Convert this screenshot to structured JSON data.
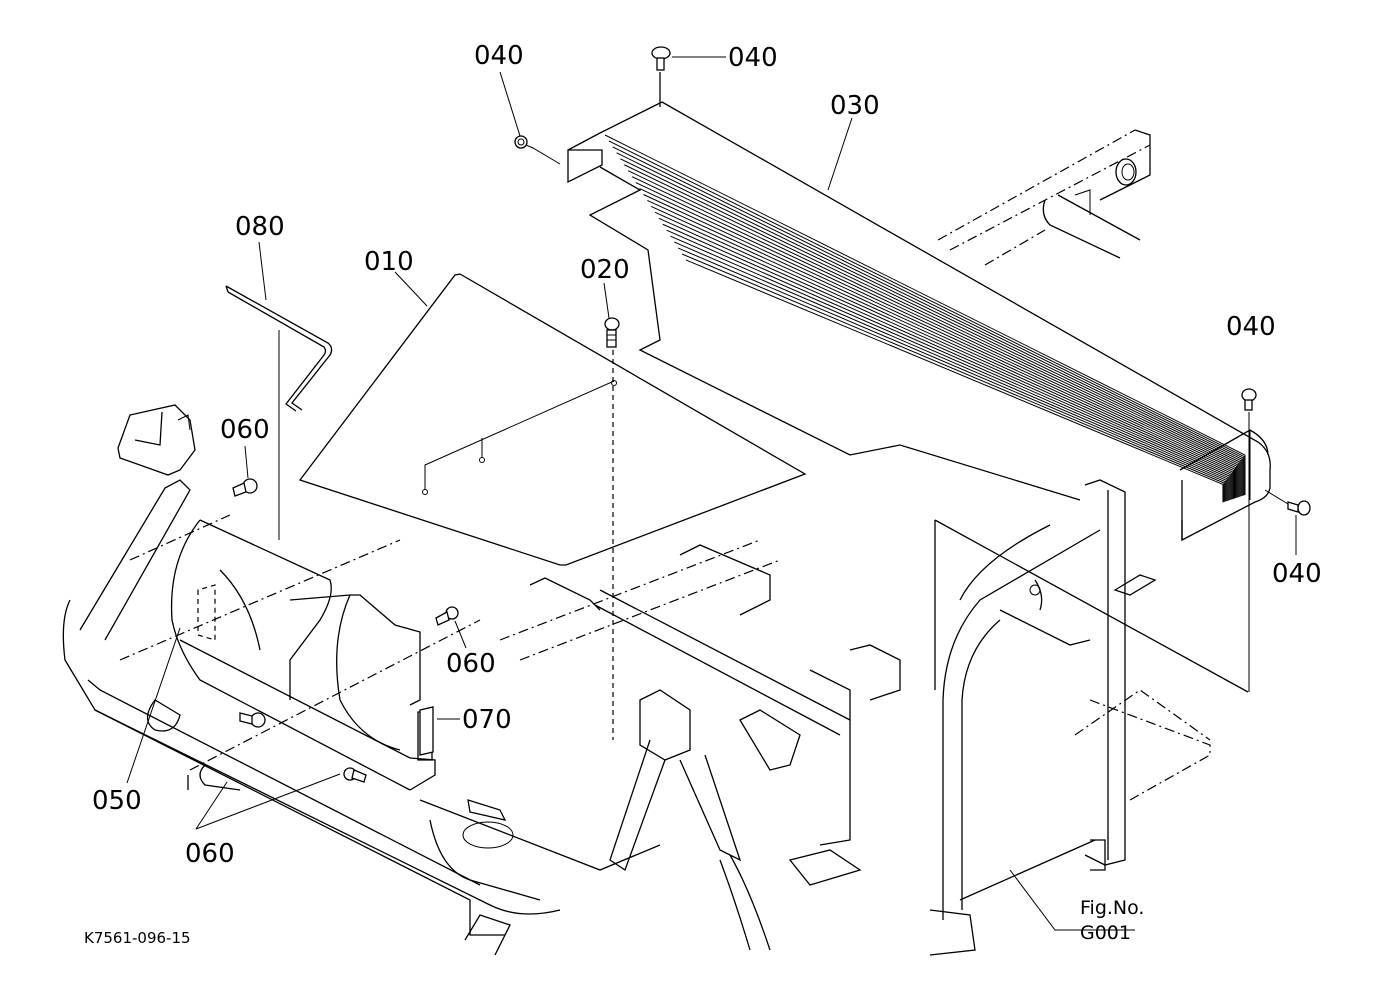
{
  "diagram": {
    "type": "exploded-parts-diagram",
    "drawing_number": "K7561-096-15",
    "figure": {
      "prefix": "Fig.No.",
      "number": "G001"
    },
    "callouts": [
      {
        "id": "010",
        "part": "floor-mat"
      },
      {
        "id": "020",
        "part": "screw"
      },
      {
        "id": "030",
        "part": "ribbed-cover-panel"
      },
      {
        "id": "040",
        "part": "clip-rivet"
      },
      {
        "id": "050",
        "part": "side-cover"
      },
      {
        "id": "060",
        "part": "bolt"
      },
      {
        "id": "070",
        "part": "bracket"
      },
      {
        "id": "080",
        "part": "rod"
      }
    ],
    "labels": {
      "c010": "010",
      "c020": "020",
      "c030": "030",
      "c040_top_left": "040",
      "c040_top": "040",
      "c040_right_upper": "040",
      "c040_right_lower": "040",
      "c050": "050",
      "c060_upper": "060",
      "c060_middle": "060",
      "c060_lower": "060",
      "c070": "070",
      "c080": "080"
    }
  }
}
